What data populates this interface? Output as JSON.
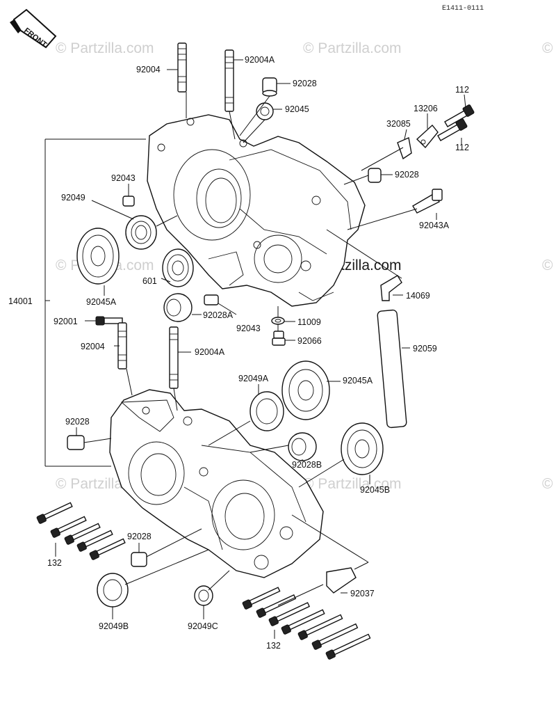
{
  "diagram_code": "E1411-0111",
  "front_label": "FRONT",
  "watermark": "© Partzilla.com",
  "labels": {
    "p92004_top": "92004",
    "p92004A_top": "92004A",
    "p92028_top": "92028",
    "p92045": "92045",
    "p112_top": "112",
    "p13206": "13206",
    "p32085": "32085",
    "p112_bottom": "112",
    "p92028_right": "92028",
    "p92043": "92043",
    "p92049": "92049",
    "p92043A": "92043A",
    "p601": "601",
    "p92045A_top": "92045A",
    "p14001": "14001",
    "p14069": "14069",
    "p92028A": "92028A",
    "p92001": "92001",
    "p92043_mid": "92043",
    "p11009": "11009",
    "p92066": "92066",
    "p92004_bottom": "92004",
    "p92004A_bottom": "92004A",
    "p92059": "92059",
    "p92049A": "92049A",
    "p92045A_bottom": "92045A",
    "p92028_left": "92028",
    "p92028B": "92028B",
    "p92045B": "92045B",
    "p92028_lower": "92028",
    "p132_left": "132",
    "p92037": "92037",
    "p92049B": "92049B",
    "p92049C": "92049C",
    "p132_bottom": "132"
  }
}
